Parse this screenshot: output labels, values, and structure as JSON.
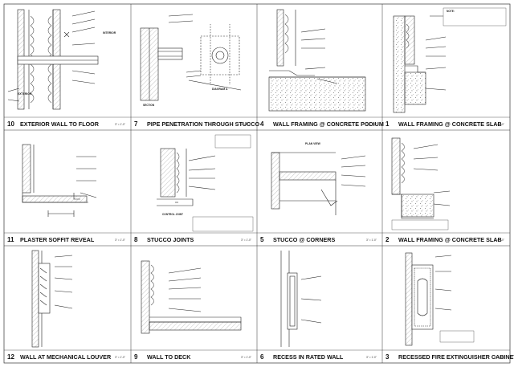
{
  "panels": [
    {
      "id": "exterior-wall-to-floor",
      "number": "10",
      "title": "EXTERIOR WALL TO FLOOR",
      "scale": "3\" = 1'-0\""
    },
    {
      "id": "pipe-penetration",
      "number": "7",
      "title": "PIPE PENETRATION THROUGH STUCCO",
      "scale": "3\" = 1'-0\""
    },
    {
      "id": "wall-framing-podium",
      "number": "4",
      "title": "WALL FRAMING @ CONCRETE PODIUM",
      "scale": "3\" = 1'-0\""
    },
    {
      "id": "wall-framing-slab-1",
      "number": "1",
      "title": "WALL FRAMING @ CONCRETE SLAB",
      "scale": "3\" = 1'-0\""
    },
    {
      "id": "plaster-soffit",
      "number": "11",
      "title": "PLASTER SOFFIT REVEAL",
      "scale": "3\" = 1'-0\""
    },
    {
      "id": "stucco-joints",
      "number": "8",
      "title": "STUCCO JOINTS",
      "scale": "3\" = 1'-0\""
    },
    {
      "id": "stucco-corners",
      "number": "5",
      "title": "STUCCO @ CORNERS",
      "scale": "3\" = 1'-0\""
    },
    {
      "id": "wall-framing-slab-2",
      "number": "2",
      "title": "WALL FRAMING @ CONCRETE SLAB",
      "scale": "3\" = 1'-0\""
    },
    {
      "id": "mechanical-louver",
      "number": "12",
      "title": "WALL AT MECHANICAL LOUVER",
      "scale": "3\" = 1'-0\""
    },
    {
      "id": "wall-to-deck",
      "number": "9",
      "title": "WALL TO DECK",
      "scale": "3\" = 1'-0\""
    },
    {
      "id": "recess-rated-wall",
      "number": "6",
      "title": "RECESS IN RATED WALL",
      "scale": "3\" = 1'-0\""
    },
    {
      "id": "fire-extinguisher-cabinet",
      "number": "3",
      "title": "RECESSED FIRE EXTINGUISHER CABINET",
      "scale": "3\" = 1'-0\""
    }
  ],
  "labels": {
    "interior": "INTERIOR",
    "exterior": "EXTERIOR",
    "plan_view": "PLAN VIEW",
    "diagram_a": "DIAGRAM A",
    "control_joint": "CONTROL JOINT",
    "section": "SECTION",
    "note": "NOTE:"
  },
  "colors": {
    "line": "#222222",
    "grid": "#333333",
    "insulation": "#555555",
    "hatch": "#8a8a8a"
  }
}
